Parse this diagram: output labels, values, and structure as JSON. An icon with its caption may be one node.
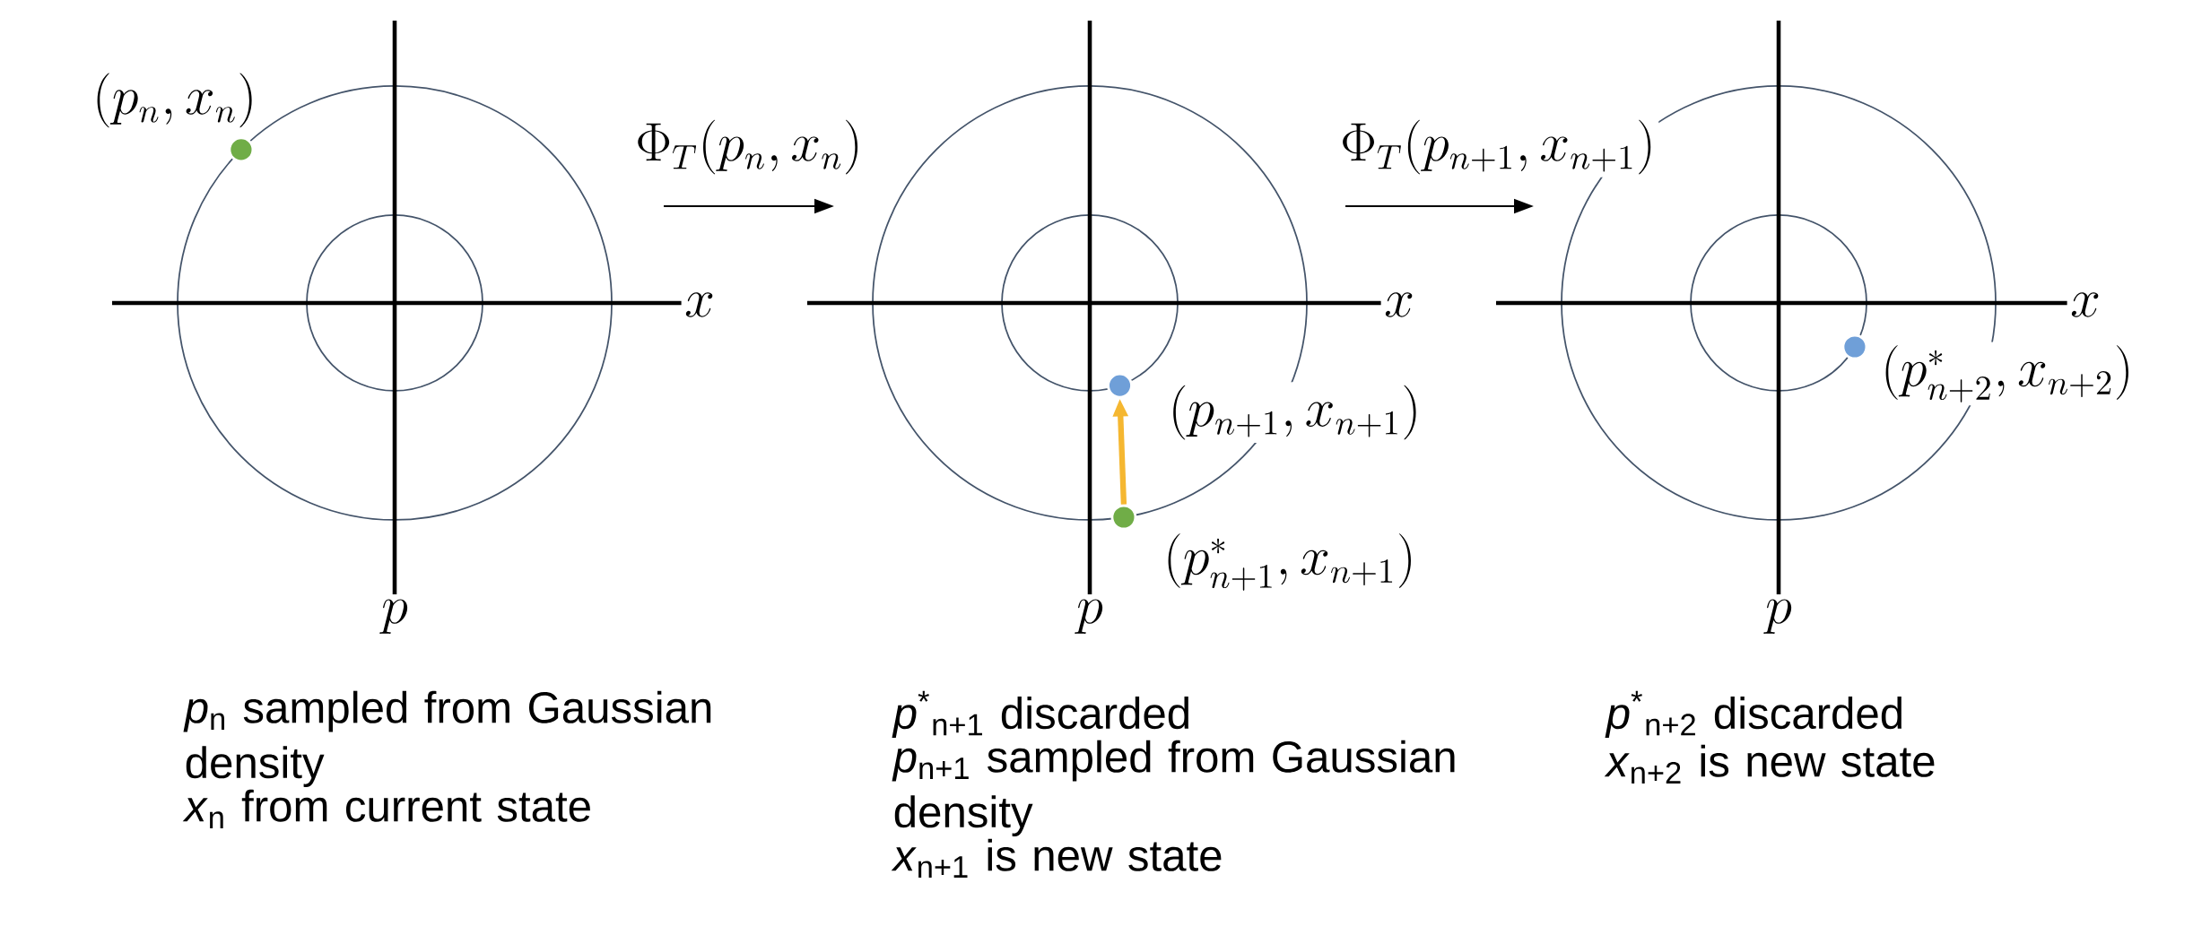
{
  "diagram": {
    "nodes": [
      {
        "text": [],
        "shape": "circle",
        "beside": [
          "(p_n, x_n)"
        ]
      },
      {
        "text": [],
        "shape": "circle",
        "beside": [
          "(p_{n+1}, x_{n+1})"
        ]
      },
      {
        "text": [],
        "shape": "circle",
        "beside": [
          "(p^*_{n+1}, x_{n+1})"
        ]
      },
      {
        "text": [],
        "shape": "circle",
        "beside": [
          "(p^*_{n+2}, x_{n+2})"
        ]
      }
    ],
    "edges": [
      {
        "from": 2,
        "to": 1,
        "arrow": "to",
        "color": "#f5b731"
      }
    ],
    "labels": [
      "\\Phi_T(p_n, x_n)",
      "\\Phi_T(p_{n+1}, x_{n+1})",
      "x",
      "x",
      "x",
      "p",
      "p",
      "p",
      "*p*$_{n}$ sampled from Gaussian density",
      "*x*$_{n}$ from current state",
      "*p*$^{*}$$_{n+1}$ discarded",
      "*p*$_{n+1}$ sampled from Gaussian density",
      "*x*$_{n+1}$ is new state",
      "*p*$^{*}$$_{n+2}$ discarded",
      "*x*$_{n+2}$ is new state"
    ]
  }
}
